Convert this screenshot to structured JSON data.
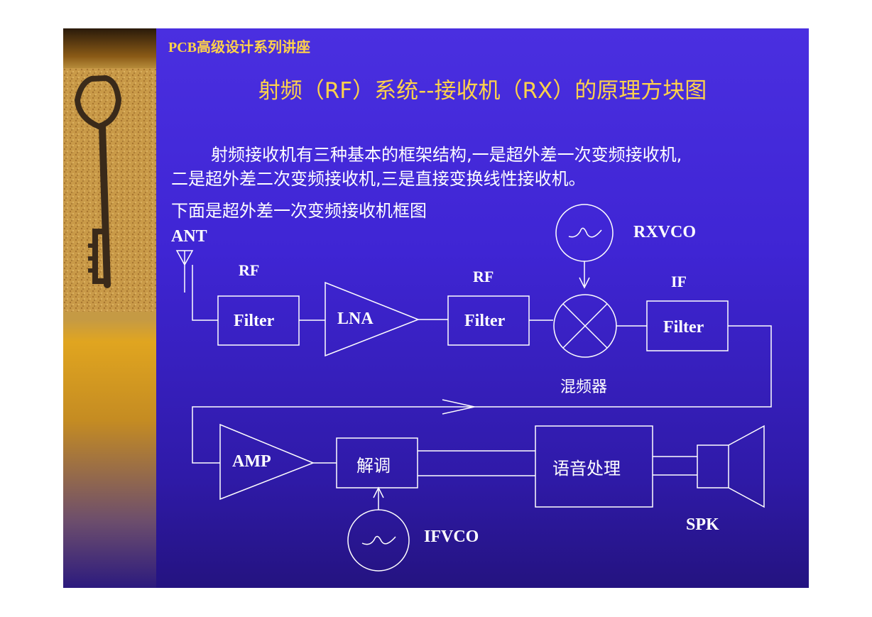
{
  "header": {
    "series": "PCB高级设计系列讲座"
  },
  "title": "射频（RF）系统--接收机（RX）的原理方块图",
  "intro": {
    "line1": "射频接收机有三种基本的框架结构,一是超外差一次变频接收机,",
    "line2": "二是超外差二次变频接收机,三是直接变换线性接收机。",
    "line3": "下面是超外差一次变频接收机框图"
  },
  "diagram": {
    "antenna_label": "ANT",
    "rf_filter_1": {
      "caption": "RF",
      "label": "Filter"
    },
    "lna_label": "LNA",
    "rf_filter_2": {
      "caption": "RF",
      "label": "Filter"
    },
    "rx_vco_label": "RXVCO",
    "mixer_label": "混频器",
    "if_filter": {
      "caption": "IF",
      "label": "Filter"
    },
    "amp_label": "AMP",
    "demod_label": "解调",
    "if_vco_label": "IFVCO",
    "voice_label": "语音处理",
    "speaker_label": "SPK"
  },
  "colors": {
    "title": "#ffd24a",
    "text": "#ffffff",
    "background": "#3f25d4"
  }
}
